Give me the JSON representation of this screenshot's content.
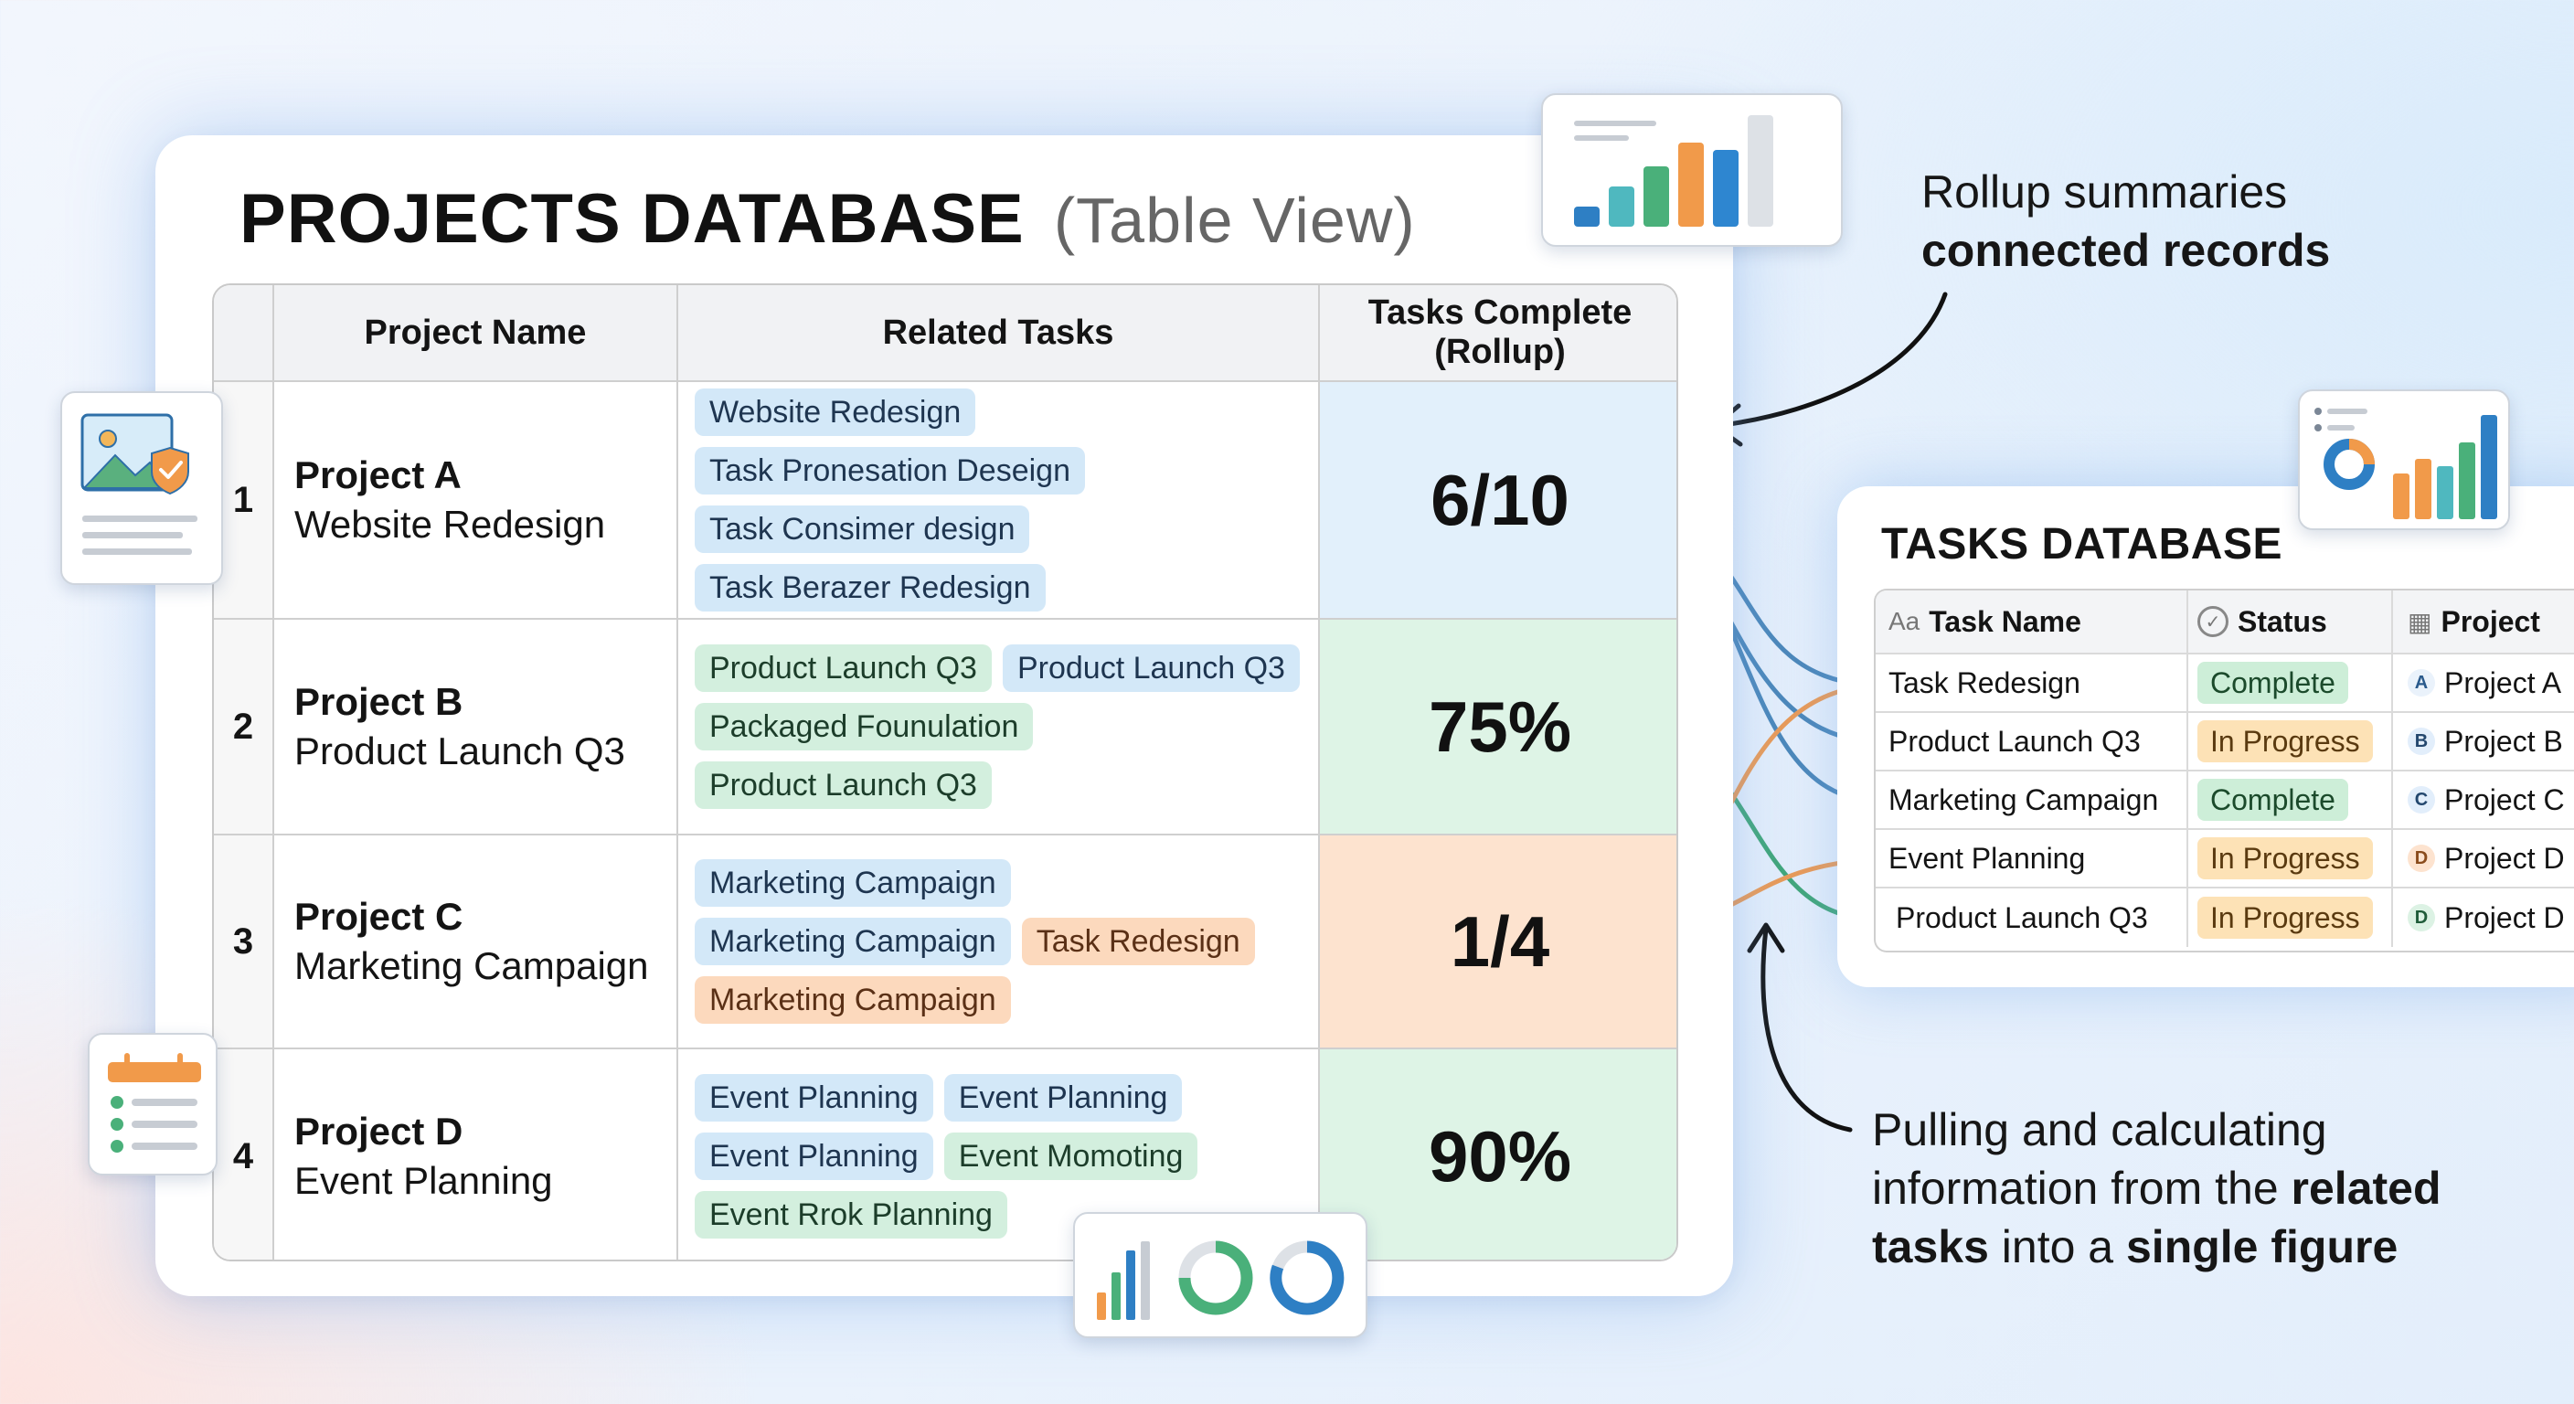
{
  "projects": {
    "title": "PROJECTS DATABASE",
    "subtitle": "(Table View)",
    "headers": [
      "Project Name",
      "Related Tasks",
      "Tasks Complete (Rollup)"
    ],
    "rows": [
      {
        "num": "1",
        "title": "Project A",
        "subtitle": "Website Redesign",
        "chip_rows": [
          [
            {
              "label": "Website Redesign",
              "color": "blue"
            }
          ],
          [
            {
              "label": "Task Pronesation Deseign",
              "color": "blue"
            }
          ],
          [
            {
              "label": "Task Consimer design",
              "color": "blue"
            }
          ],
          [
            {
              "label": "Task Berazer Redesign",
              "color": "blue"
            }
          ]
        ],
        "rollup": "6/10",
        "rollup_color": "blue"
      },
      {
        "num": "2",
        "title": "Project B",
        "subtitle": "Product Launch Q3",
        "chip_rows": [
          [
            {
              "label": "Product Launch Q3",
              "color": "green"
            },
            {
              "label": "Product Launch Q3",
              "color": "blue"
            }
          ],
          [
            {
              "label": "Packaged Founulation",
              "color": "green"
            }
          ],
          [
            {
              "label": "Product Launch Q3",
              "color": "green"
            }
          ]
        ],
        "rollup": "75%",
        "rollup_color": "green"
      },
      {
        "num": "3",
        "title": "Project C",
        "subtitle": "Marketing Campaign",
        "chip_rows": [
          [
            {
              "label": "Marketing Campaign",
              "color": "blue"
            }
          ],
          [
            {
              "label": "Marketing Campaign",
              "color": "blue"
            },
            {
              "label": "Task Redesign",
              "color": "orange"
            }
          ],
          [
            {
              "label": "Marketing Campaign",
              "color": "orange"
            }
          ]
        ],
        "rollup": "1/4",
        "rollup_color": "orange"
      },
      {
        "num": "4",
        "title": "Project D",
        "subtitle": "Event Planning",
        "chip_rows": [
          [
            {
              "label": "Event Planning",
              "color": "blue"
            },
            {
              "label": "Event Planning",
              "color": "blue"
            }
          ],
          [
            {
              "label": "Event Planning",
              "color": "blue"
            },
            {
              "label": "Event Momoting",
              "color": "green"
            }
          ],
          [
            {
              "label": "Event Rrok Planning",
              "color": "green"
            }
          ]
        ],
        "rollup": "90%",
        "rollup_color": "green"
      }
    ]
  },
  "tasks": {
    "title": "TASKS DATABASE",
    "headers": [
      {
        "icon": "Aa",
        "label": "Task Name"
      },
      {
        "icon": "✓",
        "label": "Status"
      },
      {
        "icon": "▦",
        "label": "Project"
      }
    ],
    "rows": [
      {
        "name": "Task Redesign",
        "status": "Complete",
        "status_type": "complete",
        "letter": "A",
        "letter_style": "l-a",
        "project": "Project A"
      },
      {
        "name": "Product Launch Q3",
        "status": "In Progress",
        "status_type": "progress",
        "letter": "B",
        "letter_style": "l-b",
        "project": "Project B"
      },
      {
        "name": "Marketing Campaign",
        "status": "Complete",
        "status_type": "complete",
        "letter": "C",
        "letter_style": "l-c",
        "project": "Project C"
      },
      {
        "name": "Event Planning",
        "status": "In Progress",
        "status_type": "progress",
        "letter": "D",
        "letter_style": "l-d",
        "project": "Project D"
      },
      {
        "name": "Product Launch Q3",
        "status": "In Progress",
        "status_type": "progress",
        "letter": "D",
        "letter_style": "l-d2",
        "project": "Project D"
      }
    ]
  },
  "annotations": {
    "top_line1": "Rollup summaries",
    "top_line2": "connected records",
    "bottom_line1": "Pulling and calculating",
    "bottom_line2_pre": "information from the ",
    "bottom_line2_bold": "related",
    "bottom_line3_bold1": "tasks",
    "bottom_line3_mid": " into a ",
    "bottom_line3_bold2": "single figure"
  },
  "colors": {
    "blue": "#4a86b8",
    "green": "#3fa676",
    "orange": "#ee9a52",
    "teal": "#4fb8bf"
  },
  "icons": [
    "image-document-icon",
    "shield-check-icon",
    "calendar-checklist-icon",
    "bar-chart-icon",
    "donut-chart-icon"
  ]
}
